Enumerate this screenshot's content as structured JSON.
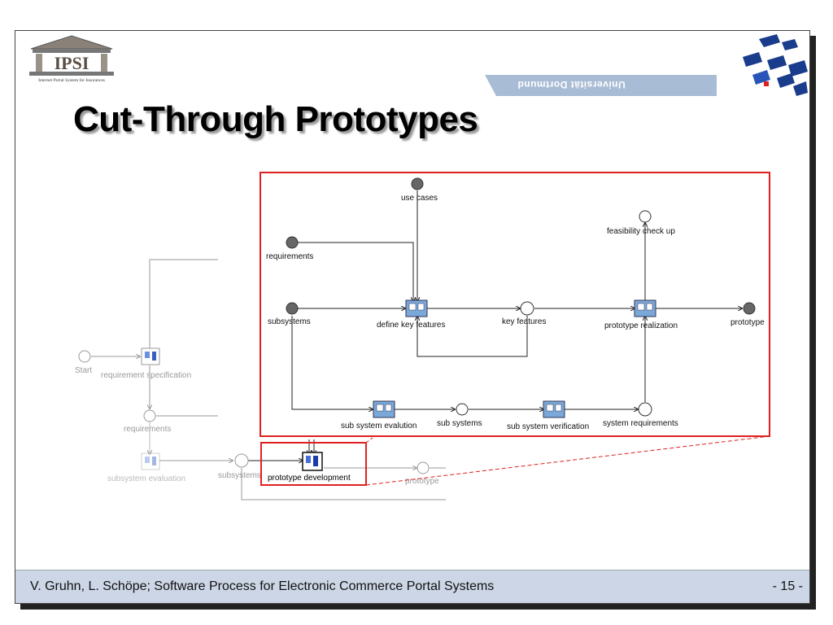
{
  "logo": {
    "text": "IPSI",
    "caption": "Internet Portal System for Insurances"
  },
  "university": "Universität Dortmund",
  "title": "Cut-Through Prototypes",
  "footer": {
    "text": "V. Gruhn, L. Schöpe; Software Process for Electronic Commerce Portal Systems",
    "page": "- 15 -"
  },
  "overview": {
    "start": "Start",
    "requirement_specification": "requirement specification",
    "requirements": "requirements",
    "subsystem_evaluation": "subsystem evaluation",
    "subsystems": "subsystems",
    "prototype_development": "prototype development",
    "prototype": "prototype"
  },
  "detail": {
    "use_cases": "use cases",
    "requirements": "requirements",
    "subsystems": "subsystems",
    "define_key_features": "define key features",
    "key_features": "key features",
    "feasibility_check_up": "feasibility check up",
    "prototype_realization": "prototype realization",
    "prototype": "prototype",
    "sub_system_evalution": "sub system evalution",
    "sub_systems": "sub systems",
    "sub_system_verification": "sub system verification",
    "system_requirements": "system requirements"
  },
  "colors": {
    "highlight": "#e02020",
    "footer": "#ccd6e6",
    "activity_icon": "#7aa8d8",
    "filled_node": "#666666"
  }
}
